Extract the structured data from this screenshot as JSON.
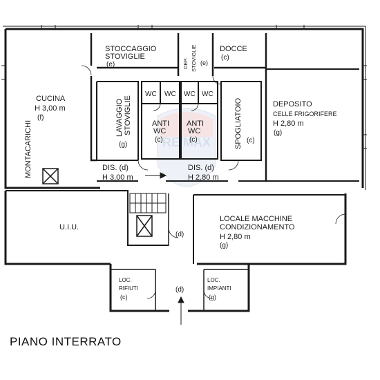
{
  "floor_title": "PIANO INTERRATO",
  "watermark_brand": "RE/MAX",
  "rooms": {
    "stoccaggio_1": "STOCCAGGIO",
    "stoccaggio_2": "STOVIGLIE",
    "stoccaggio_code": "(e)",
    "dep_1": "DEP.",
    "dep_2": "STOVIGLIE",
    "dep_code": "(e)",
    "docce_1": "DOCCE",
    "docce_code": "(c)",
    "cucina_1": "CUCINA",
    "cucina_2": "H 3,00 m",
    "cucina_code": "(f)",
    "montacarichi": "MONTACARICHI",
    "lavaggio_1": "LAVAGGIO",
    "lavaggio_2": "STOVIGLIE",
    "lavaggio_code": "(g)",
    "wc_1": "WC",
    "wc_2": "WC",
    "wc_3": "WC",
    "wc_4": "WC",
    "anti_wc_left_1": "ANTI",
    "anti_wc_left_2": "WC",
    "anti_wc_left_code": "(c)",
    "anti_wc_right_1": "ANTI",
    "anti_wc_right_2": "WC",
    "anti_wc_right_code": "(c)",
    "spogliatoio": "SPOGLIATOIO",
    "spogliatoio_code": "(c)",
    "deposito_1": "DEPOSITO",
    "deposito_2": "CELLE FRIGORIFERE",
    "deposito_3": "H 2,80 m",
    "deposito_code": "(g)",
    "dis_left_1": "DIS. (d)",
    "dis_left_2": "H 3,00 m",
    "dis_right_1": "DIS. (d)",
    "dis_right_2": "H 2,80 m",
    "uiu": "U.I.U.",
    "corridor_code_1": "(d)",
    "corridor_code_2": "(d)",
    "macchine_1": "LOCALE MACCHINE",
    "macchine_2": "CONDIZIONAMENTO",
    "macchine_3": "H 2,80 m",
    "macchine_code": "(g)",
    "rifiuti_1": "LOC.",
    "rifiuti_2": "RIFIUTI",
    "rifiuti_code": "(c)",
    "impianti_1": "LOC.",
    "impianti_2": "IMPIANTI",
    "impianti_code": "(g)"
  }
}
